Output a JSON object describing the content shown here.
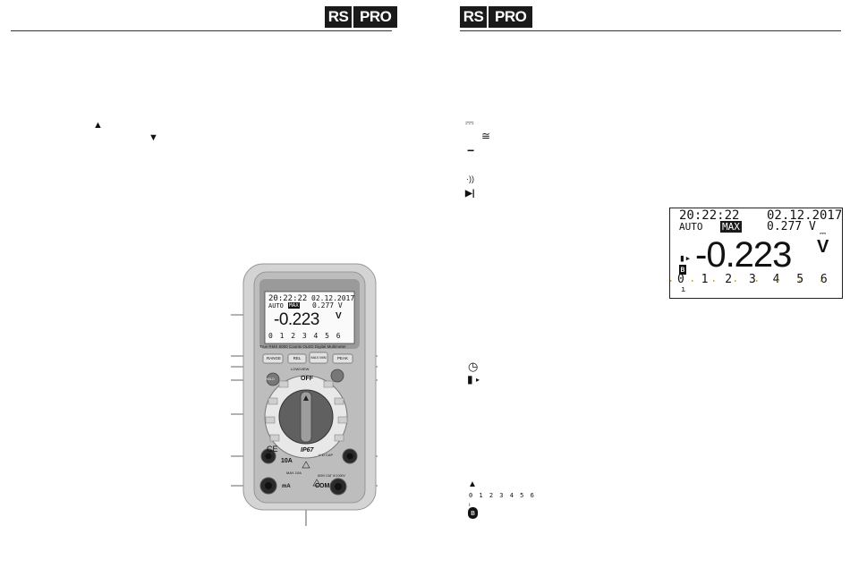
{
  "left_page": {
    "brand": {
      "rs": "RS",
      "pro": "PRO"
    },
    "arrows": {
      "up": "▲",
      "down": "▼"
    },
    "meter": {
      "lcd_time": "20:22:22",
      "lcd_date": "02.12.2017",
      "lcd_auto": "AUTO",
      "lcd_max": "MAX",
      "lcd_sub": "0.277 V",
      "lcd_main": "-0.223",
      "lcd_unit": "V",
      "lcd_scale": "0 1 2 3 4 5 6",
      "subtitle": "True RMS 6000 Counts OLED Digital Multimeter",
      "buttons": [
        "RANGE",
        "REL",
        "MAX MIN",
        "PEAK"
      ],
      "lowview": "LOW/VIEW",
      "off": "OFF",
      "hold": "HOLD",
      "ip67": "IP67",
      "ce": "CE",
      "ten_a": "10A",
      "max_10a": "MAX 10A",
      "ma_label": "mA",
      "com_label": "COM",
      "vsign": "V Ω CAP",
      "fuse": "600V CAT III 1000V"
    },
    "palette": {
      "case_outer": "#d4d4d4",
      "case_inner": "#b8b8b8",
      "dial": "#555555"
    }
  },
  "right_page": {
    "brand": {
      "rs": "RS",
      "pro": "PRO"
    },
    "symbols": {
      "dc": "⎓",
      "ac_dc": "≅",
      "minus": "−",
      "continuity": "·))",
      "diode": "▶|",
      "clock": "◷",
      "battery": "▮",
      "triangle": "▲",
      "scale": "0 1 2 3 4 5 6",
      "bluetooth": "ʙ"
    },
    "lcd": {
      "time": "20:22:22",
      "date": "02.12.2017",
      "auto": "AUTO",
      "max": "MAX",
      "sub": "0.277 V",
      "main": "-0.223",
      "unit": "V",
      "scale": "0 1 2 3 4 5 6"
    }
  }
}
